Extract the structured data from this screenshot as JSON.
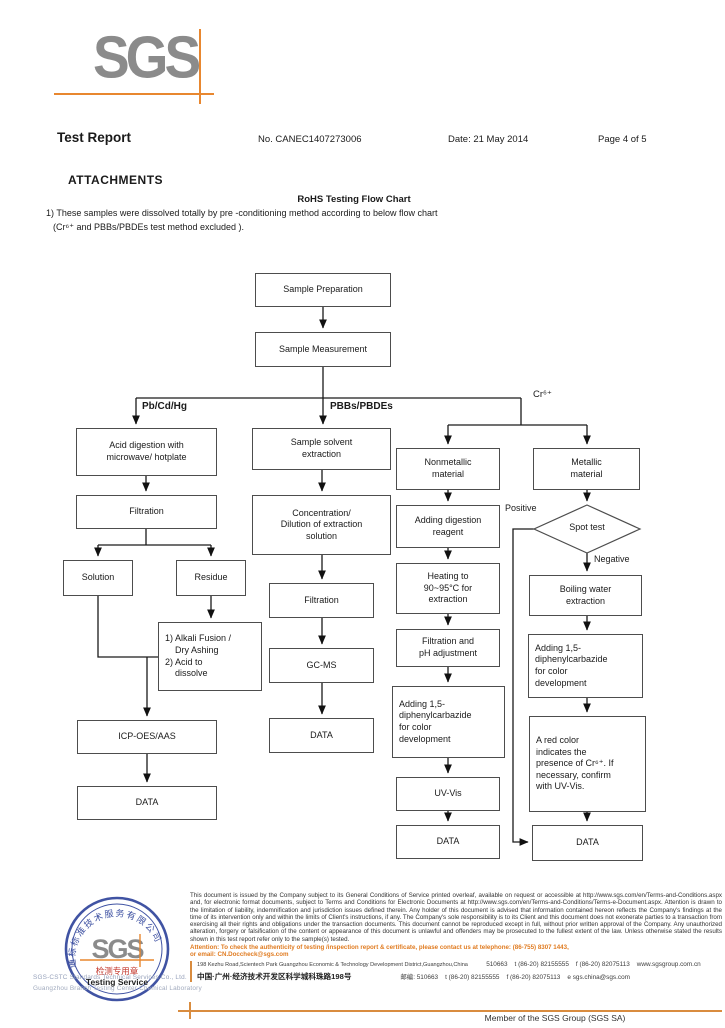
{
  "colors": {
    "accent_orange": "#e8872f",
    "logo_gray": "#8b8b8b",
    "stamp_blue": "#4053a3",
    "stamp_red": "#c43a2e",
    "attention_orange": "#e07b20"
  },
  "header": {
    "logo_text": "SGS",
    "title": "Test Report",
    "report_no": "No. CANEC1407273006",
    "date": "Date: 21 May 2014",
    "page": "Page 4 of 5"
  },
  "attachments": {
    "heading": "ATTACHMENTS",
    "chart_title": "RoHS Testing Flow Chart",
    "note_line1": "1) These samples were dissolved totally by pre -conditioning method according to below flow chart",
    "note_line2": "(Cr⁶⁺ and PBBs/PBDEs test method excluded )."
  },
  "flowchart": {
    "branch_labels": {
      "left": "Pb/Cd/Hg",
      "middle": "PBBs/PBDEs",
      "right": "Cr⁶⁺"
    },
    "decision_labels": {
      "positive": "Positive",
      "negative": "Negative"
    },
    "nodes": {
      "sample_preparation": "Sample Preparation",
      "sample_measurement": "Sample Measurement",
      "acid_digestion": "Acid digestion with\nmicrowave/ hotplate",
      "filtration_1": "Filtration",
      "solution": "Solution",
      "residue": "Residue",
      "alkali_fusion": "1) Alkali Fusion /\n    Dry Ashing\n2) Acid to\n    dissolve",
      "icp_oes_aas": "ICP-OES/AAS",
      "data_1": "DATA",
      "solvent_extraction": "Sample solvent\nextraction",
      "concentration": "Concentration/\nDilution of extraction\nsolution",
      "filtration_2": "Filtration",
      "gc_ms": "GC-MS",
      "data_2": "DATA",
      "nonmetallic": "Nonmetallic\nmaterial",
      "adding_digestion": "Adding digestion\nreagent",
      "heating": "Heating to\n90~95°C for\nextraction",
      "filtration_ph": "Filtration and\npH adjustment",
      "adding_dpc_nonmetal": "Adding 1,5-\ndiphenylcarbazide\nfor color\ndevelopment",
      "uv_vis": "UV-Vis",
      "data_3": "DATA",
      "metallic": "Metallic\nmaterial",
      "spot_test": "Spot test",
      "boiling_water": "Boiling water\nextraction",
      "adding_dpc_metal": "Adding 1,5-\ndiphenylcarbazide\nfor color\ndevelopment",
      "red_color": "A red color\nindicates the\npresence of Cr⁶⁺. If\nnecessary, confirm\nwith UV-Vis.",
      "data_4": "DATA"
    }
  },
  "footer": {
    "stamp": {
      "arc_text": "通标标准技术服务有限公司",
      "sgs": "SGS",
      "red_text": "检测专用章",
      "service_text": "Testing Service"
    },
    "company_line1": "SGS-CSTC Standards Technical Services Co., Ltd.",
    "company_line2": "Guangzhou Branch Testing Center Chemical Laboratory",
    "legal_text": "This document is issued by the Company subject to its General Conditions of Service printed overleaf, available on request or accessible at http://www.sgs.com/en/Terms-and-Conditions.aspx and, for electronic format documents, subject to Terms and Conditions for Electronic Documents at http://www.sgs.com/en/Terms-and-Conditions/Terms-e-Document.aspx. Attention is drawn to the limitation of liability, indemnification and jurisdiction issues defined therein. Any holder of this document is advised that information contained hereon reflects the Company's findings at the time of its intervention only and within the limits of Client's instructions, if any. The Company's sole responsibility is to its Client and this document does not exonerate parties to a transaction from exercising all their rights and obligations under the transaction documents. This document cannot be reproduced except in full, without prior written approval of the Company. Any unauthorized alteration, forgery or falsification of the content or appearance of this document is unlawful and offenders may be prosecuted to the fullest extent of the law. Unless otherwise stated the results shown in this test report refer only to the sample(s) tested.",
    "attention_line1": "Attention: To check the authenticity of testing /inspection report & certificate, please contact us at telephone: (86-755) 8307 1443,",
    "attention_line2": "or email: CN.Doccheck@sgs.com",
    "address_en": "198 Kezhu Road,Scientech Park Guangzhou Economic & Technology Development District,Guangzhou,China",
    "address_en_postal": "510663",
    "address_en_tel": "t (86-20) 82155555",
    "address_en_fax": "f (86-20) 82075113",
    "address_en_web": "www.sgsgroup.com.cn",
    "address_cn": "中国·广州·经济技术开发区科学城科珠路198号",
    "address_cn_postal": "邮编: 510663",
    "address_cn_tel": "t (86-20) 82155555",
    "address_cn_fax": "f (86-20) 82075113",
    "address_cn_email": "e  sgs.china@sgs.com",
    "member_line": "Member of the SGS Group (SGS SA)"
  }
}
